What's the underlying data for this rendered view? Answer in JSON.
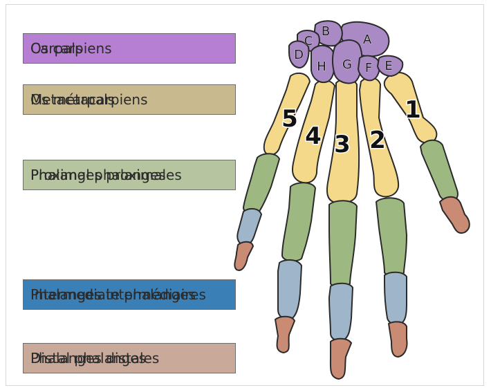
{
  "colors": {
    "carpals": "#b77fd3",
    "metacarpals": "#c9b98f",
    "proximal_phalanges": "#b6c4a0",
    "intermediate_phalanges": "#3a7fb5",
    "distal_phalanges": "#c8a99a",
    "carpal_bone": "#a98ac5",
    "metacarpal_bone": "#f4d98b",
    "proximal_bone": "#9eb882",
    "intermediate_bone": "#9fb5c9",
    "distal_bone": "#c98b74"
  },
  "legend": [
    {
      "labels": [
        "Carpals",
        "Os carpiens"
      ],
      "color_key": "carpals"
    },
    {
      "labels": [
        "Metacarpals",
        "Os métacarpiens"
      ],
      "color_key": "metacarpals"
    },
    {
      "labels": [
        "Phalanges proximales",
        "Proximal phalanges"
      ],
      "color_key": "proximal_phalanges"
    },
    {
      "labels": [
        "Phalanges intermédiaires",
        "Intermediate phalanges"
      ],
      "color_key": "intermediate_phalanges"
    },
    {
      "labels": [
        "Distal phalanges",
        "Phalanges distales"
      ],
      "color_key": "distal_phalanges"
    }
  ],
  "carpal_letters": [
    "A",
    "B",
    "C",
    "D",
    "E",
    "F",
    "G",
    "H"
  ],
  "finger_numbers": [
    "1",
    "2",
    "3",
    "4",
    "5"
  ]
}
